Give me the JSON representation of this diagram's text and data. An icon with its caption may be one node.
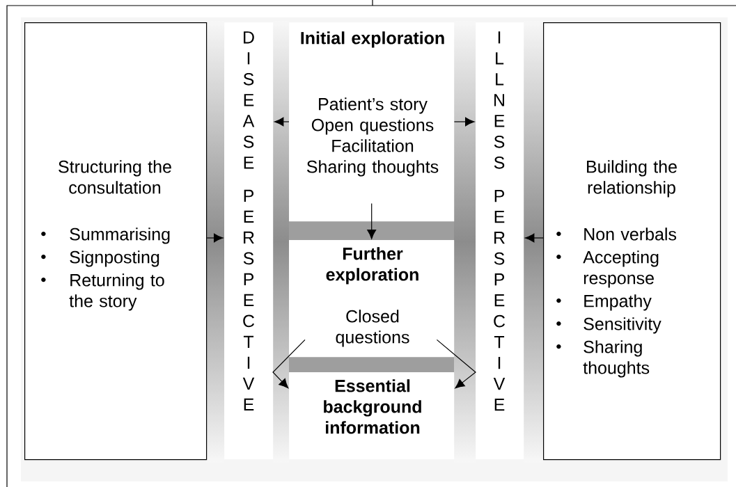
{
  "diagram": {
    "nodes": [
      {
        "text": [
          "Structuring the consultation",
          "Summarising",
          "Signposting",
          "Returning to the story"
        ]
      },
      {
        "text": [
          "D I S E A S E",
          "P E R S P E C T I V E"
        ]
      },
      {
        "text": [
          "Initial exploration",
          "Patient’s story",
          "Open questions",
          "Facilitation",
          "Sharing thoughts"
        ]
      },
      {
        "text": [
          "I L L N E S S",
          "P E R S P E C T I V E"
        ]
      },
      {
        "text": [
          "Building the relationship",
          "Non verbals",
          "Accepting response",
          "Empathy",
          "Sensitivity",
          "Sharing thoughts"
        ]
      },
      {
        "text": [
          "Further exploration",
          "Closed questions"
        ]
      },
      {
        "text": [
          "Essential background information"
        ]
      }
    ],
    "edges": [
      {
        "from": 2,
        "to": 1,
        "arrow": "to"
      },
      {
        "from": 2,
        "to": 3,
        "arrow": "to"
      },
      {
        "from": 2,
        "to": 5,
        "arrow": "to"
      },
      {
        "from": 0,
        "to": 1,
        "arrow": "to"
      },
      {
        "from": 4,
        "to": 3,
        "arrow": "to"
      },
      {
        "from": 5,
        "to": 6,
        "arrow": "to"
      },
      {
        "from": 5,
        "to": 6,
        "arrow": "to"
      }
    ]
  }
}
